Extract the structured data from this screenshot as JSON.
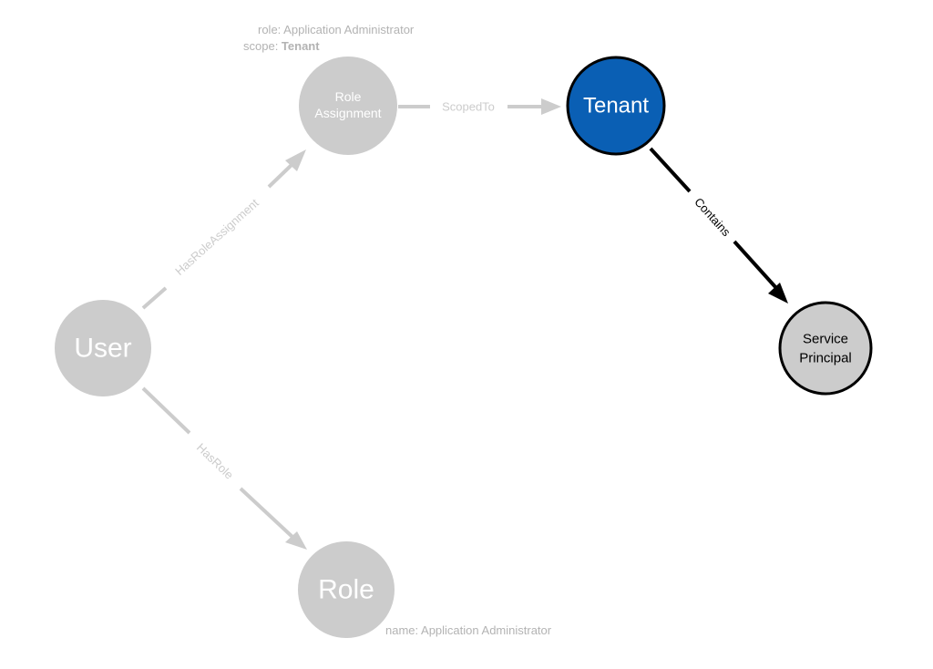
{
  "colors": {
    "background": "#ffffff",
    "faded_node": "#cccccc",
    "faded_text": "#ffffff",
    "faded_edge": "#cccccc",
    "faded_meta": "#b3b3b3",
    "tenant_fill": "#0a5fb4",
    "active_stroke": "#000000",
    "service_principal_fill": "#cccccc",
    "active_edge": "#000000"
  },
  "nodes": {
    "role_assignment": {
      "line1": "Role",
      "line2": "Assignment",
      "state": "faded"
    },
    "tenant": {
      "label": "Tenant",
      "state": "active"
    },
    "user": {
      "label": "User",
      "state": "faded"
    },
    "role": {
      "label": "Role",
      "state": "faded"
    },
    "service_principal": {
      "line1": "Service",
      "line2": "Principal",
      "state": "active"
    }
  },
  "edges": {
    "scoped_to": {
      "label": "ScopedTo",
      "from": "Role Assignment",
      "to": "Tenant",
      "state": "faded"
    },
    "contains": {
      "label": "Contains",
      "from": "Tenant",
      "to": "Service Principal",
      "state": "active"
    },
    "has_role_assignment": {
      "label": "HasRoleAssignment",
      "from": "User",
      "to": "Role Assignment",
      "state": "faded"
    },
    "has_role": {
      "label": "HasRole",
      "from": "User",
      "to": "Role",
      "state": "faded"
    }
  },
  "properties": {
    "role_assignment_role": "role: Application Administrator",
    "role_assignment_scope_key": "scope: ",
    "role_assignment_scope_value": "Tenant",
    "role_name": "name: Application Administrator"
  }
}
